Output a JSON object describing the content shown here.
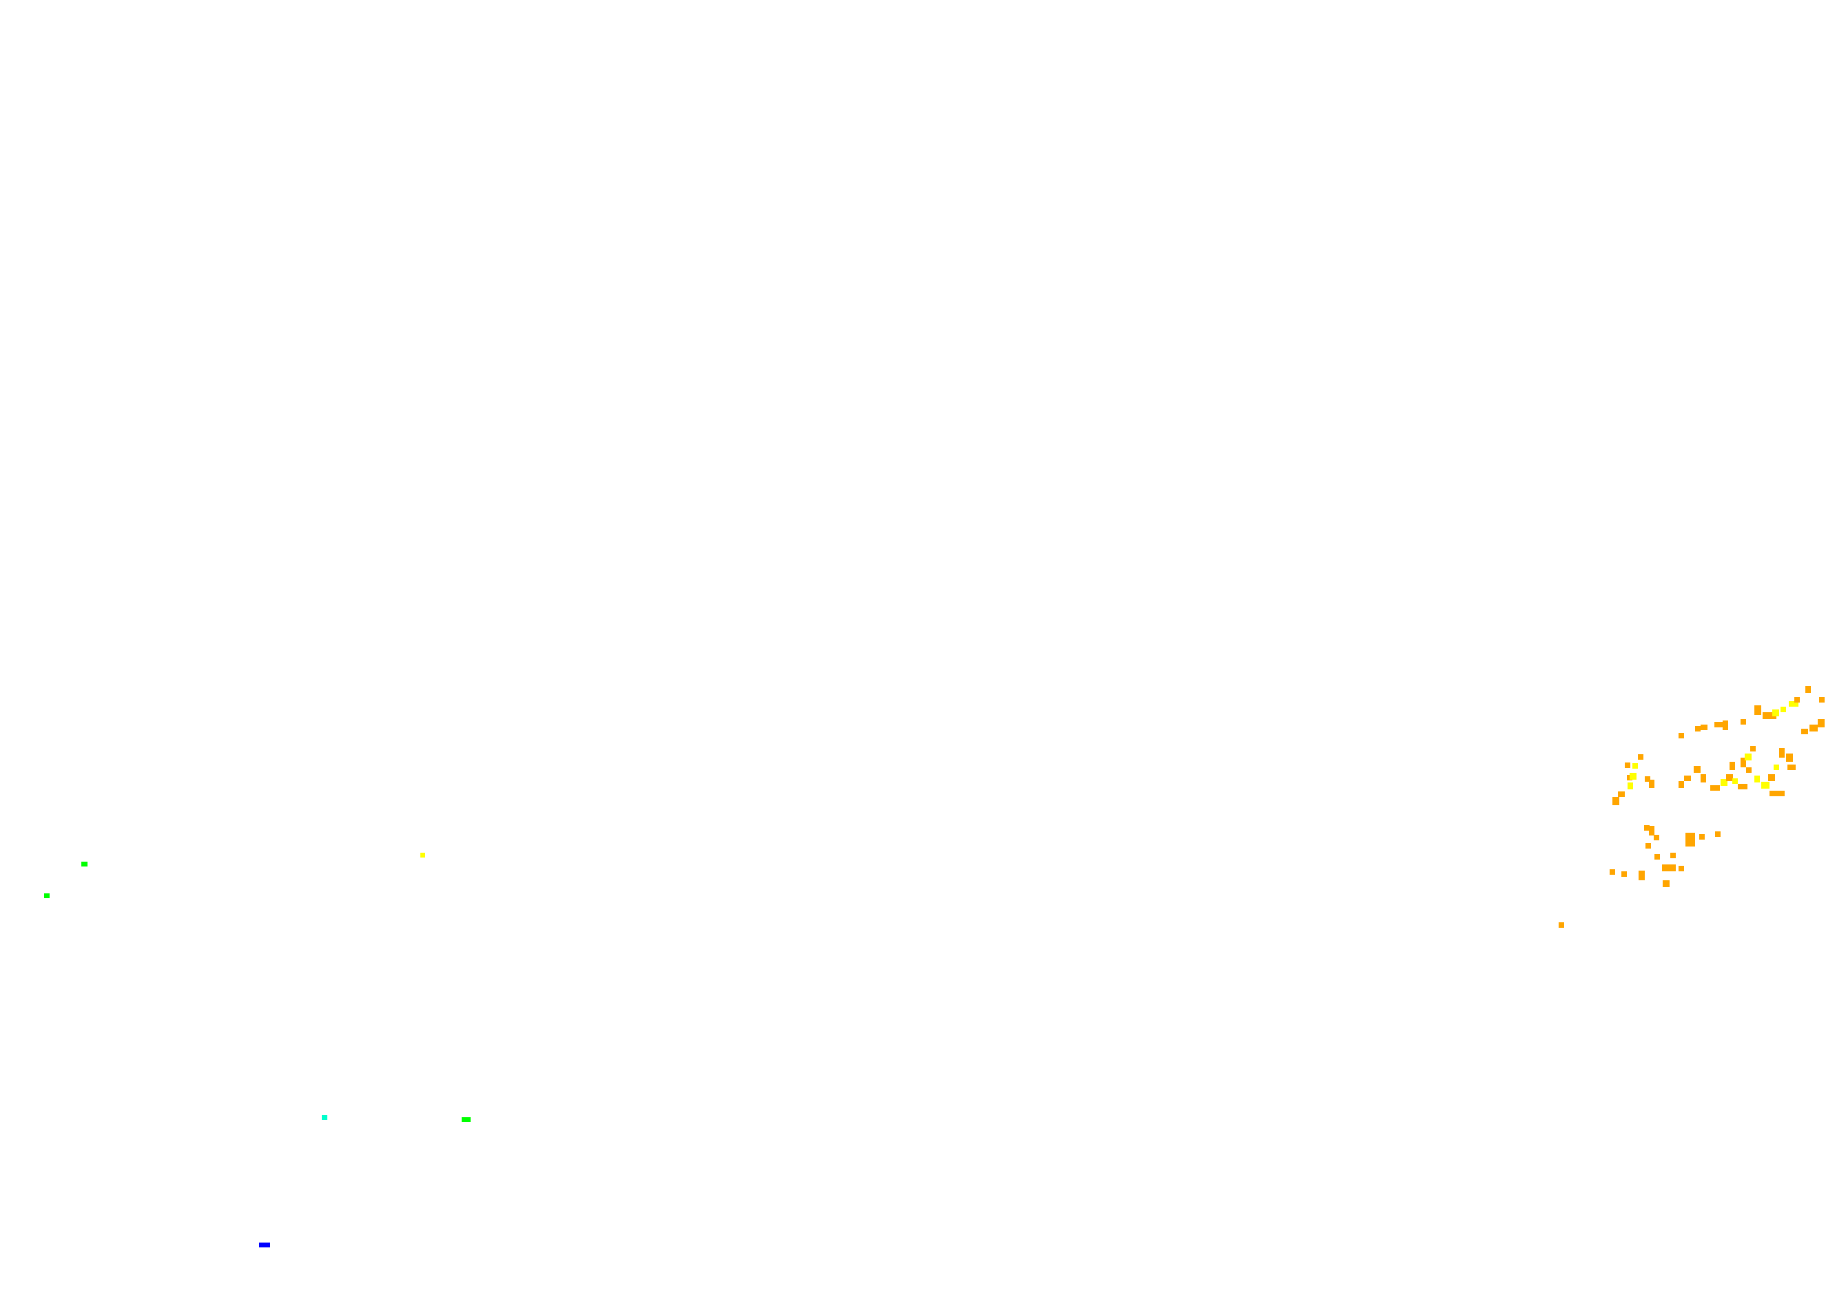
{
  "map": {
    "background": "#ffffff",
    "legend": [],
    "labels": [],
    "palette": {
      "blue": "#0000ff",
      "teal": "#00ffcc",
      "green": "#00ff00",
      "yellow": "#ffff00",
      "orange": "#ffa500"
    },
    "cell_categories": [
      "blue",
      "teal",
      "green",
      "yellow",
      "orange"
    ],
    "note_visible_text": "none"
  }
}
